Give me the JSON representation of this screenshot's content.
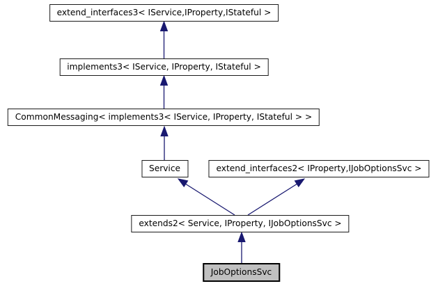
{
  "diagram": {
    "title": "JobOptionsSvc inheritance graph",
    "type": "class-inheritance-graph",
    "nodes": {
      "extend_interfaces3": {
        "label": "extend_interfaces3< IService,IProperty,IStateful >"
      },
      "implements3": {
        "label": "implements3< IService, IProperty, IStateful >"
      },
      "common_messaging": {
        "label": "CommonMessaging< implements3< IService, IProperty, IStateful > >"
      },
      "service": {
        "label": "Service"
      },
      "extend_interfaces2": {
        "label": "extend_interfaces2< IProperty,IJobOptionsSvc >"
      },
      "extends2": {
        "label": "extends2< Service, IProperty, IJobOptionsSvc >"
      },
      "job_options_svc": {
        "label": "JobOptionsSvc",
        "highlighted": true
      }
    },
    "edges": [
      {
        "from": "implements3",
        "to": "extend_interfaces3"
      },
      {
        "from": "common_messaging",
        "to": "implements3"
      },
      {
        "from": "service",
        "to": "common_messaging"
      },
      {
        "from": "extends2",
        "to": "service"
      },
      {
        "from": "extends2",
        "to": "extend_interfaces2"
      },
      {
        "from": "job_options_svc",
        "to": "extends2"
      }
    ],
    "colors": {
      "arrow": "#191970",
      "node_border": "#1a1a1a",
      "node_fill": "#ffffff",
      "highlight_fill": "#c0c0c0",
      "highlight_border": "#000000",
      "text": "#000000",
      "background": "#ffffff"
    }
  }
}
